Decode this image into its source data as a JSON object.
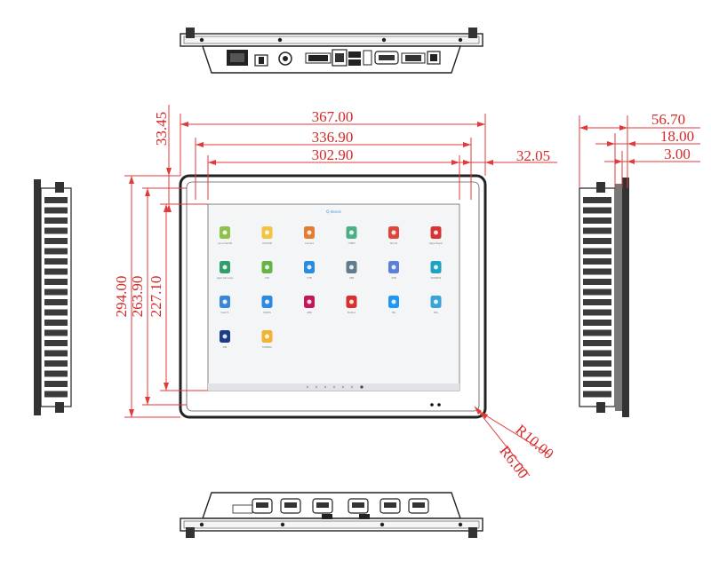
{
  "dimensions": {
    "overall_width": "367.00",
    "bezel_width": "336.90",
    "screen_width": "302.90",
    "offset": "32.05",
    "top_margin": "33.45",
    "overall_height": "294.00",
    "bezel_height": "263.90",
    "screen_height": "227.10",
    "depth_total": "56.70",
    "depth_front": "18.00",
    "depth_lip": "3.00",
    "outer_radius": "R10.00",
    "inner_radius": "R6.00"
  },
  "screen": {
    "status_text": "Q-devce",
    "background": "#f4f5f7",
    "apps": [
      {
        "label": "LauncherAB",
        "icon": "android-icon",
        "color": "#8bc34a"
      },
      {
        "label": "MCUWB",
        "icon": "envelope-icon",
        "color": "#f5c342"
      },
      {
        "label": "Camera",
        "icon": "flower-icon",
        "color": "#e57c2f"
      },
      {
        "label": "CTMM",
        "icon": "calendar-icon",
        "color": "#4caf85"
      },
      {
        "label": "SDcdd",
        "icon": "mic-icon",
        "color": "#e0463c"
      },
      {
        "label": "Apps Player",
        "icon": "record-icon",
        "color": "#d83434"
      },
      {
        "label": "Apps Services",
        "icon": "gallery-icon",
        "color": "#2e9e6b"
      },
      {
        "label": "CTK",
        "icon": "chart-icon",
        "color": "#67b346"
      },
      {
        "label": "CTB",
        "icon": "cloud-icon",
        "color": "#2a8be0"
      },
      {
        "label": "USB",
        "icon": "gear-icon",
        "color": "#607d8b"
      },
      {
        "label": "VPN",
        "icon": "cube-icon",
        "color": "#5c7ed8"
      },
      {
        "label": "SDWRDS",
        "icon": "play-icon",
        "color": "#1fa3c4"
      },
      {
        "label": "Search",
        "icon": "magnifier-icon",
        "color": "#3b86d6"
      },
      {
        "label": "QIODS",
        "icon": "person-icon",
        "color": "#2a8be0"
      },
      {
        "label": "ABR",
        "icon": "book-icon",
        "color": "#c2185b"
      },
      {
        "label": "Toolbox",
        "icon": "toolbox-icon",
        "color": "#d8302f"
      },
      {
        "label": "TBL",
        "icon": "drop-icon",
        "color": "#2196f3"
      },
      {
        "label": "MIS",
        "icon": "globe-icon",
        "color": "#3aa3d8"
      },
      {
        "label": "DIS",
        "icon": "ring-icon",
        "color": "#1e3a8a"
      },
      {
        "label": "SDCRDS",
        "icon": "folder-icon",
        "color": "#f2b233"
      }
    ]
  }
}
